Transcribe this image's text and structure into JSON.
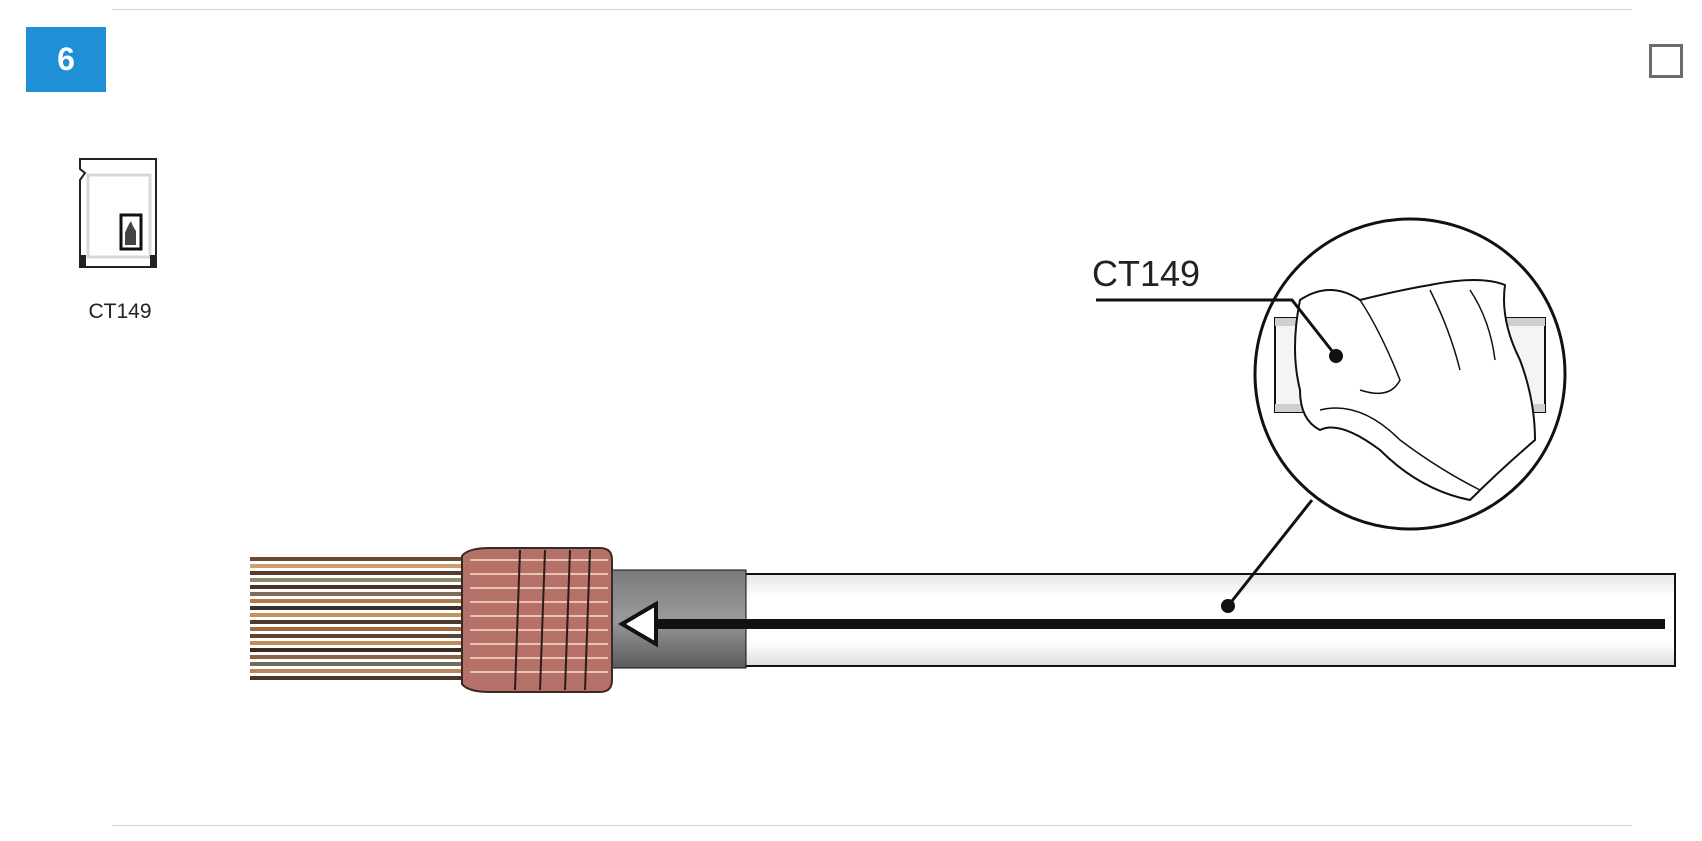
{
  "step": {
    "number": "6"
  },
  "materials": [
    {
      "code": "CT149",
      "icon": "wipe-packet-icon"
    }
  ],
  "illustration": {
    "callout_label": "CT149",
    "description_icon": "hand-wiping-cable-icon"
  },
  "checkbox": {
    "checked": false
  }
}
